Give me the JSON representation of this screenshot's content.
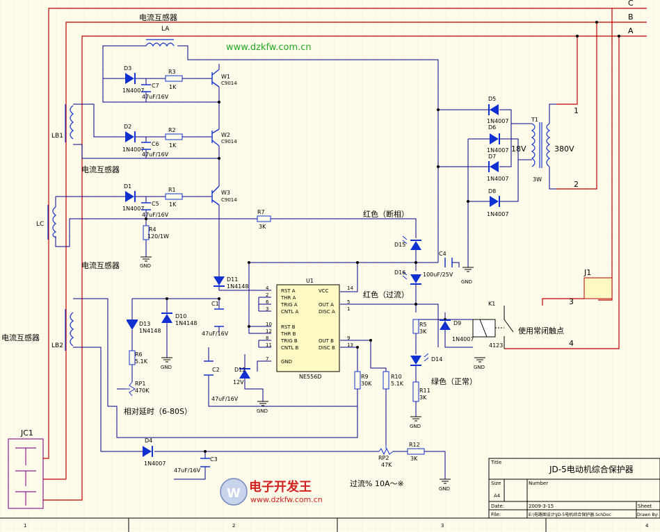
{
  "watermark_top": "www.dzkfw.com.cn",
  "watermark_bottom": "www.dzkfw.com.cn",
  "logo_text": "电子开发王",
  "phases": [
    "C",
    "B",
    "A"
  ],
  "sensor_label": "电流互感器",
  "coils": [
    "LA",
    "LB1",
    "LC",
    "LB2"
  ],
  "connector": "JC1",
  "diodes": {
    "d3": [
      "D3",
      "1N4007"
    ],
    "d2": [
      "D2",
      "1N4007"
    ],
    "d1": [
      "D1",
      "1N4007"
    ],
    "d5": [
      "D5",
      "1N4007"
    ],
    "d6": [
      "D6",
      "1N4007"
    ],
    "d7": [
      "D7",
      "1N4007"
    ],
    "d8": [
      "D8",
      "1N4007"
    ],
    "d11": [
      "D11",
      "1N4148"
    ],
    "d13": [
      "D13",
      "1N4148"
    ],
    "d10": [
      "D10",
      "1N4148"
    ],
    "d9": [
      "D9",
      "1N4007"
    ],
    "d4": [
      "D4",
      "1N4007"
    ],
    "d12": [
      "D12",
      "12V"
    ]
  },
  "leds": {
    "d15": "D15",
    "d16": "D16",
    "d14": "D14"
  },
  "transistors": [
    [
      "W1",
      "C9014"
    ],
    [
      "W2",
      "C9014"
    ],
    [
      "W3",
      "C9014"
    ]
  ],
  "resistors": {
    "r3": [
      "R3",
      "1K"
    ],
    "r2": [
      "R2",
      "1K"
    ],
    "r1": [
      "R1",
      "1K"
    ],
    "r4": [
      "R4",
      "120/1W"
    ],
    "r7": [
      "R7",
      "3K"
    ],
    "r5": [
      "R5",
      "3K"
    ],
    "r6": [
      "R6",
      "5.1K"
    ],
    "r9": [
      "R9",
      "30K"
    ],
    "r10": [
      "R10",
      "5.1K"
    ],
    "r11": [
      "R11",
      "3K"
    ],
    "r12": [
      "R12",
      "3K"
    ]
  },
  "capacitors": {
    "c7": [
      "C7",
      "47uF/16V"
    ],
    "c6": [
      "C6",
      "47uF/16V"
    ],
    "c5": [
      "C5",
      "47uF/16V"
    ],
    "c1": [
      "C1",
      "47uF/16V"
    ],
    "c2": [
      "C2",
      "47uF/16V"
    ],
    "c3": [
      "C3",
      "47uF/16V"
    ],
    "c4": [
      "C4",
      "100uF/25V"
    ]
  },
  "pots": {
    "rp1": [
      "RP1",
      "470K"
    ],
    "rp2": [
      "RP2",
      "47K"
    ]
  },
  "transformer": {
    "ref": "T1",
    "primary": "380V",
    "secondary": "18V",
    "power": "3W"
  },
  "ic": {
    "ref": "U1",
    "part": "NE556D",
    "left_pins": [
      [
        "4",
        "RST A"
      ],
      [
        "2",
        "THR A"
      ],
      [
        "6",
        "TRIG A"
      ],
      [
        "3",
        "CNTL A"
      ],
      [
        "10",
        "RST B"
      ],
      [
        "12",
        "THR B"
      ],
      [
        "8",
        "TRIG B"
      ],
      [
        "11",
        "CNTL B"
      ],
      [
        "7",
        "GND"
      ]
    ],
    "right_pins": [
      [
        "14",
        "VCC"
      ],
      [
        "5",
        "OUT A"
      ],
      [
        "1",
        "DISC A"
      ],
      [
        "9",
        "OUT B"
      ],
      [
        "13",
        "DISC B"
      ]
    ]
  },
  "relay": {
    "ref": "K1",
    "coil": "4123",
    "note": "使用常闭触点"
  },
  "j1": {
    "ref": "J1",
    "pins": [
      "1",
      "2",
      "3",
      "4"
    ]
  },
  "gnd": "GND",
  "led_labels": {
    "red_break": "红色（断相）",
    "red_over": "红色（过流）",
    "green": "绿色（正常）"
  },
  "delay_label": "相对延时（6-80S）",
  "overcurrent_label": "过流% 10A～※",
  "title_block": {
    "title_key": "Title",
    "title": "JD-5电动机综合保护器",
    "size_key": "Size",
    "size": "A4",
    "number_key": "Number",
    "date_key": "Date:",
    "date": "2009-3-15",
    "sheet_key": "Sheet",
    "file_key": "File:",
    "file": "E:\\电路图设计\\JD-5电机综合保护器.SchDoc",
    "drawn_key": "Drawn By:"
  },
  "zones": [
    "1",
    "2",
    "3",
    "4"
  ],
  "colors": {
    "wire": "#00008b",
    "phase": "#c00000",
    "component": "#1030d0",
    "bg": "#fffbea",
    "logo": "#d02020"
  }
}
